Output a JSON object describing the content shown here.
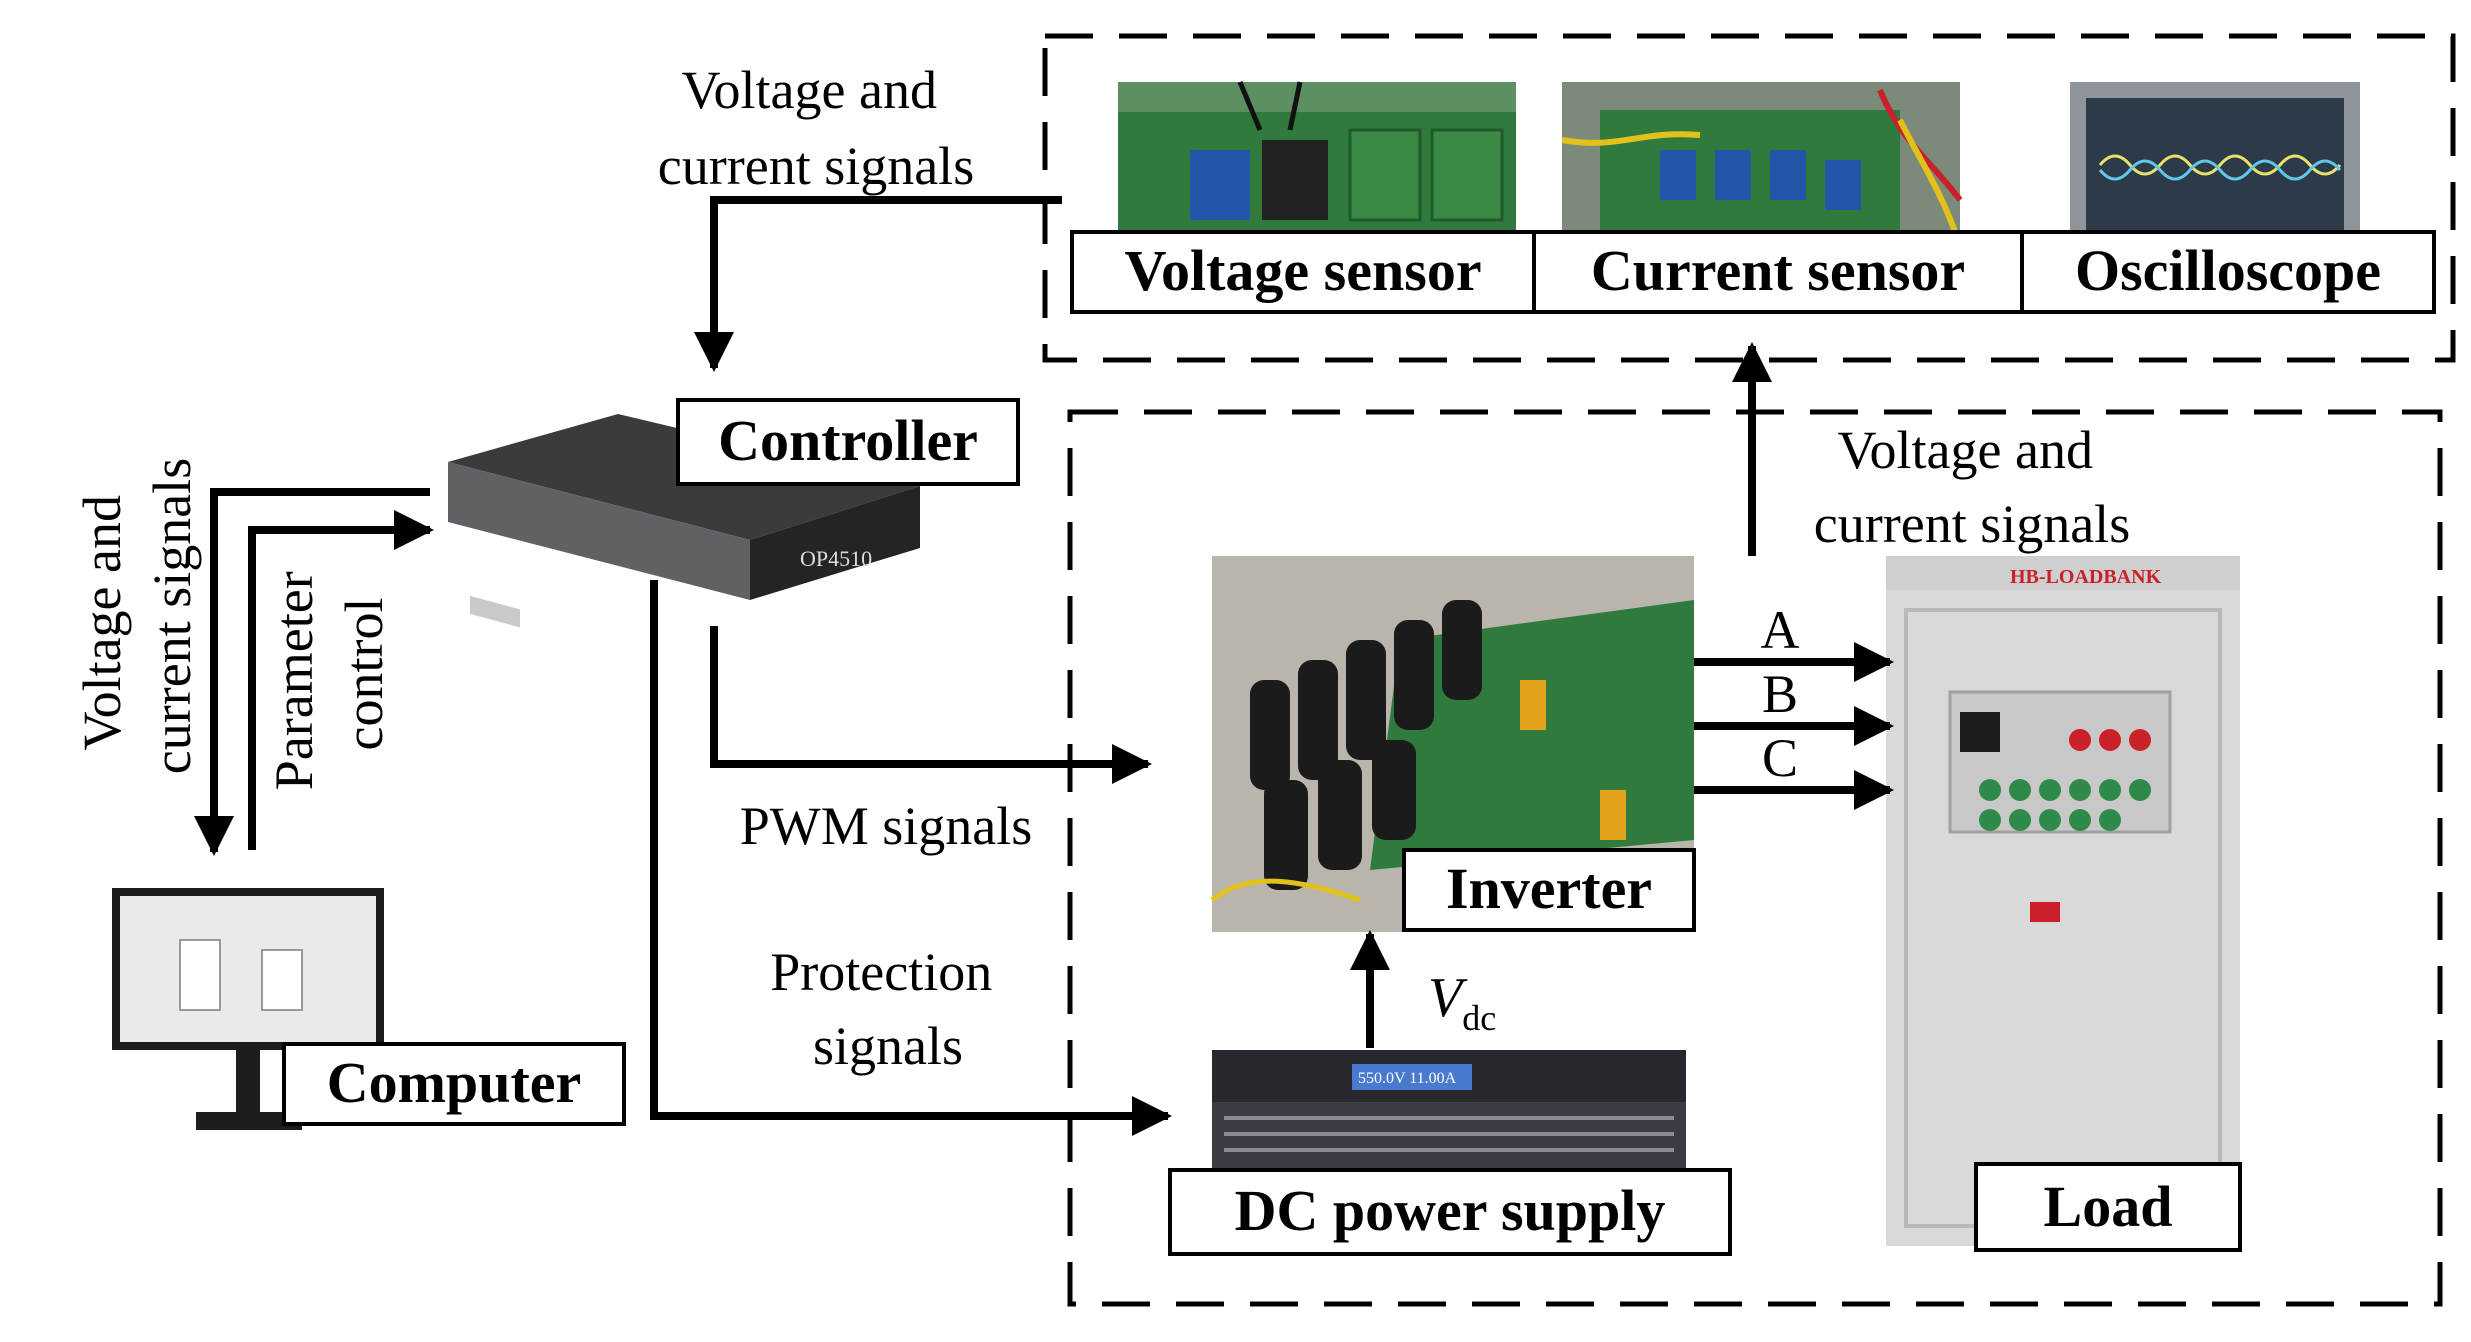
{
  "colors": {
    "line": "#000000",
    "board_green": "#2f7a3c",
    "capacitor": "#1b1b1b",
    "cabinet": "#d9d9d9",
    "controller_body": "#2b2b2b",
    "screen": "#e8eaec",
    "psu_body": "#3a3d44",
    "psu_display": "#4a7ad0",
    "scope_screen": "#2c3a4a"
  },
  "labels": {
    "voltage_sensor": "Voltage sensor",
    "current_sensor": "Current sensor",
    "oscilloscope": "Oscilloscope",
    "controller": "Controller",
    "computer": "Computer",
    "inverter": "Inverter",
    "dc_power_supply": "DC power supply",
    "load": "Load"
  },
  "signals": {
    "top_left": [
      "Voltage and",
      "current signals"
    ],
    "right": [
      "Voltage and",
      "current signals"
    ],
    "vertical_left": [
      "Voltage and",
      "current signals"
    ],
    "parameter": [
      "Parameter",
      "control"
    ],
    "pwm": "PWM signals",
    "protection": [
      "Protection",
      "signals"
    ],
    "vdc_main": "V",
    "vdc_sub": "dc"
  },
  "phases": [
    "A",
    "B",
    "C"
  ],
  "device_text": {
    "controller_model": "OP4510",
    "load_brand": "HB-LOADBANK",
    "psu_readout": "550.0V  11.00A"
  },
  "icons": {
    "arrow": "arrowhead-icon"
  }
}
